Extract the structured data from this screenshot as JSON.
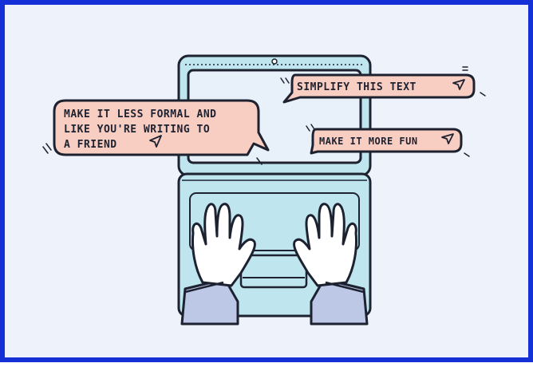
{
  "colors": {
    "frame_border": "#1530d6",
    "background": "#eef2fa",
    "laptop": "#bfe6ee",
    "screen": "#e8f0f9",
    "bubble": "#f8cdc2",
    "outline": "#1e2230",
    "sleeve": "#bcc8e6",
    "hand": "#ffffff"
  },
  "bubbles": {
    "left": {
      "line1": "MAKE IT LESS FORMAL AND",
      "line2": "LIKE YOU'RE WRITING TO",
      "line3": "A FRIEND"
    },
    "top_right": {
      "text": "SIMPLIFY THIS TEXT"
    },
    "mid_right": {
      "text": "MAKE IT MORE FUN"
    }
  },
  "icons": {
    "send": "send-arrow-icon"
  }
}
